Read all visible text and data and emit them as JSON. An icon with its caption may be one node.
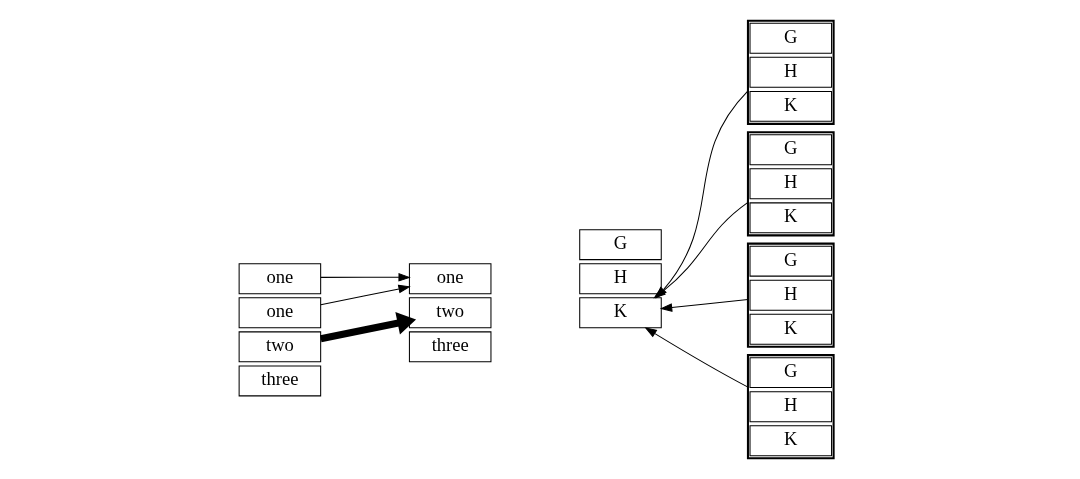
{
  "diagram": {
    "nodes": [
      {
        "text": [
          "one"
        ]
      },
      {
        "text": [
          "one"
        ]
      },
      {
        "text": [
          "two"
        ]
      },
      {
        "text": [
          "three"
        ]
      },
      {
        "text": [
          "G"
        ]
      },
      {
        "text": [
          "H"
        ]
      },
      {
        "text": [
          "K"
        ]
      },
      {
        "text": [
          "one"
        ]
      },
      {
        "text": [
          "two"
        ]
      },
      {
        "text": [
          "three"
        ]
      },
      {
        "text": [],
        "shape": "box"
      },
      {
        "text": [
          "G"
        ],
        "in": 10
      },
      {
        "text": [
          "H"
        ],
        "in": 10
      },
      {
        "text": [
          "K"
        ],
        "in": 10
      },
      {
        "text": [],
        "shape": "box"
      },
      {
        "text": [
          "G"
        ],
        "in": 14
      },
      {
        "text": [
          "H"
        ],
        "in": 14
      },
      {
        "text": [
          "K"
        ],
        "in": 14
      },
      {
        "text": [],
        "shape": "box"
      },
      {
        "text": [
          "G"
        ],
        "in": 18
      },
      {
        "text": [
          "H"
        ],
        "in": 18
      },
      {
        "text": [
          "K"
        ],
        "in": 18
      },
      {
        "text": [],
        "shape": "box"
      },
      {
        "text": [
          "G"
        ],
        "in": 22
      },
      {
        "text": [
          "H"
        ],
        "in": 22
      },
      {
        "text": [
          "K"
        ],
        "in": 22
      }
    ],
    "edges": [
      {
        "from": 0,
        "to": 7,
        "arrow": "to"
      },
      {
        "from": 1,
        "to": 7,
        "arrow": "to"
      },
      {
        "from": 2,
        "to": 8,
        "arrow": "to",
        "style": "thick"
      },
      {
        "from": 10,
        "to": 6,
        "arrow": "to"
      },
      {
        "from": 14,
        "to": 6,
        "arrow": "to"
      },
      {
        "from": 18,
        "to": 6,
        "arrow": "to"
      },
      {
        "from": 22,
        "to": 6,
        "arrow": "to"
      }
    ]
  }
}
